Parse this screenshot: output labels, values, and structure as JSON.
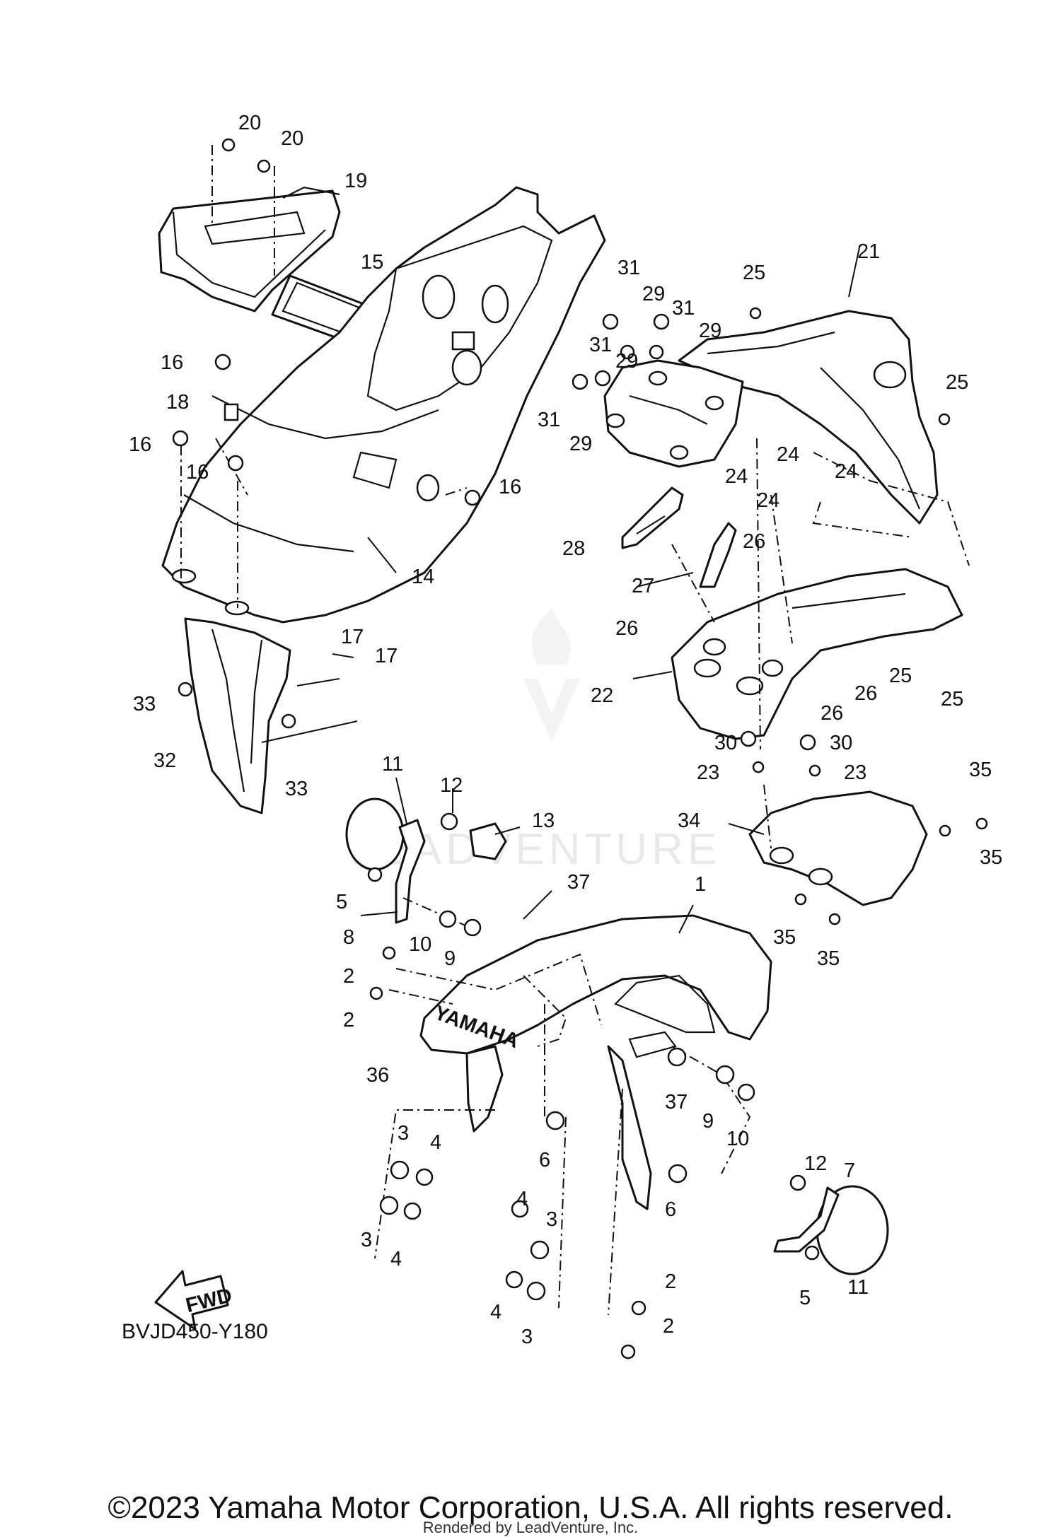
{
  "diagram": {
    "code": "BVJD450-Y180",
    "fwd_label": "FWD",
    "brand_text": "YAMAHA",
    "watermark": "LEADVENTURE",
    "callouts": [
      "1",
      "2",
      "2",
      "2",
      "2",
      "3",
      "3",
      "3",
      "3",
      "4",
      "4",
      "4",
      "4",
      "5",
      "5",
      "6",
      "6",
      "7",
      "8",
      "9",
      "9",
      "10",
      "10",
      "11",
      "11",
      "12",
      "12",
      "13",
      "14",
      "15",
      "16",
      "16",
      "16",
      "16",
      "17",
      "17",
      "18",
      "19",
      "20",
      "20",
      "21",
      "22",
      "23",
      "23",
      "24",
      "24",
      "24",
      "24",
      "25",
      "25",
      "25",
      "25",
      "26",
      "26",
      "26",
      "26",
      "27",
      "28",
      "29",
      "29",
      "29",
      "29",
      "30",
      "30",
      "31",
      "31",
      "31",
      "31",
      "32",
      "33",
      "33",
      "34",
      "35",
      "35",
      "35",
      "35",
      "36",
      "37",
      "37"
    ]
  },
  "footer": {
    "copyright": "©2023 Yamaha Motor Corporation, U.S.A. All rights reserved.",
    "rendered_by": "Rendered by LeadVenture, Inc."
  }
}
